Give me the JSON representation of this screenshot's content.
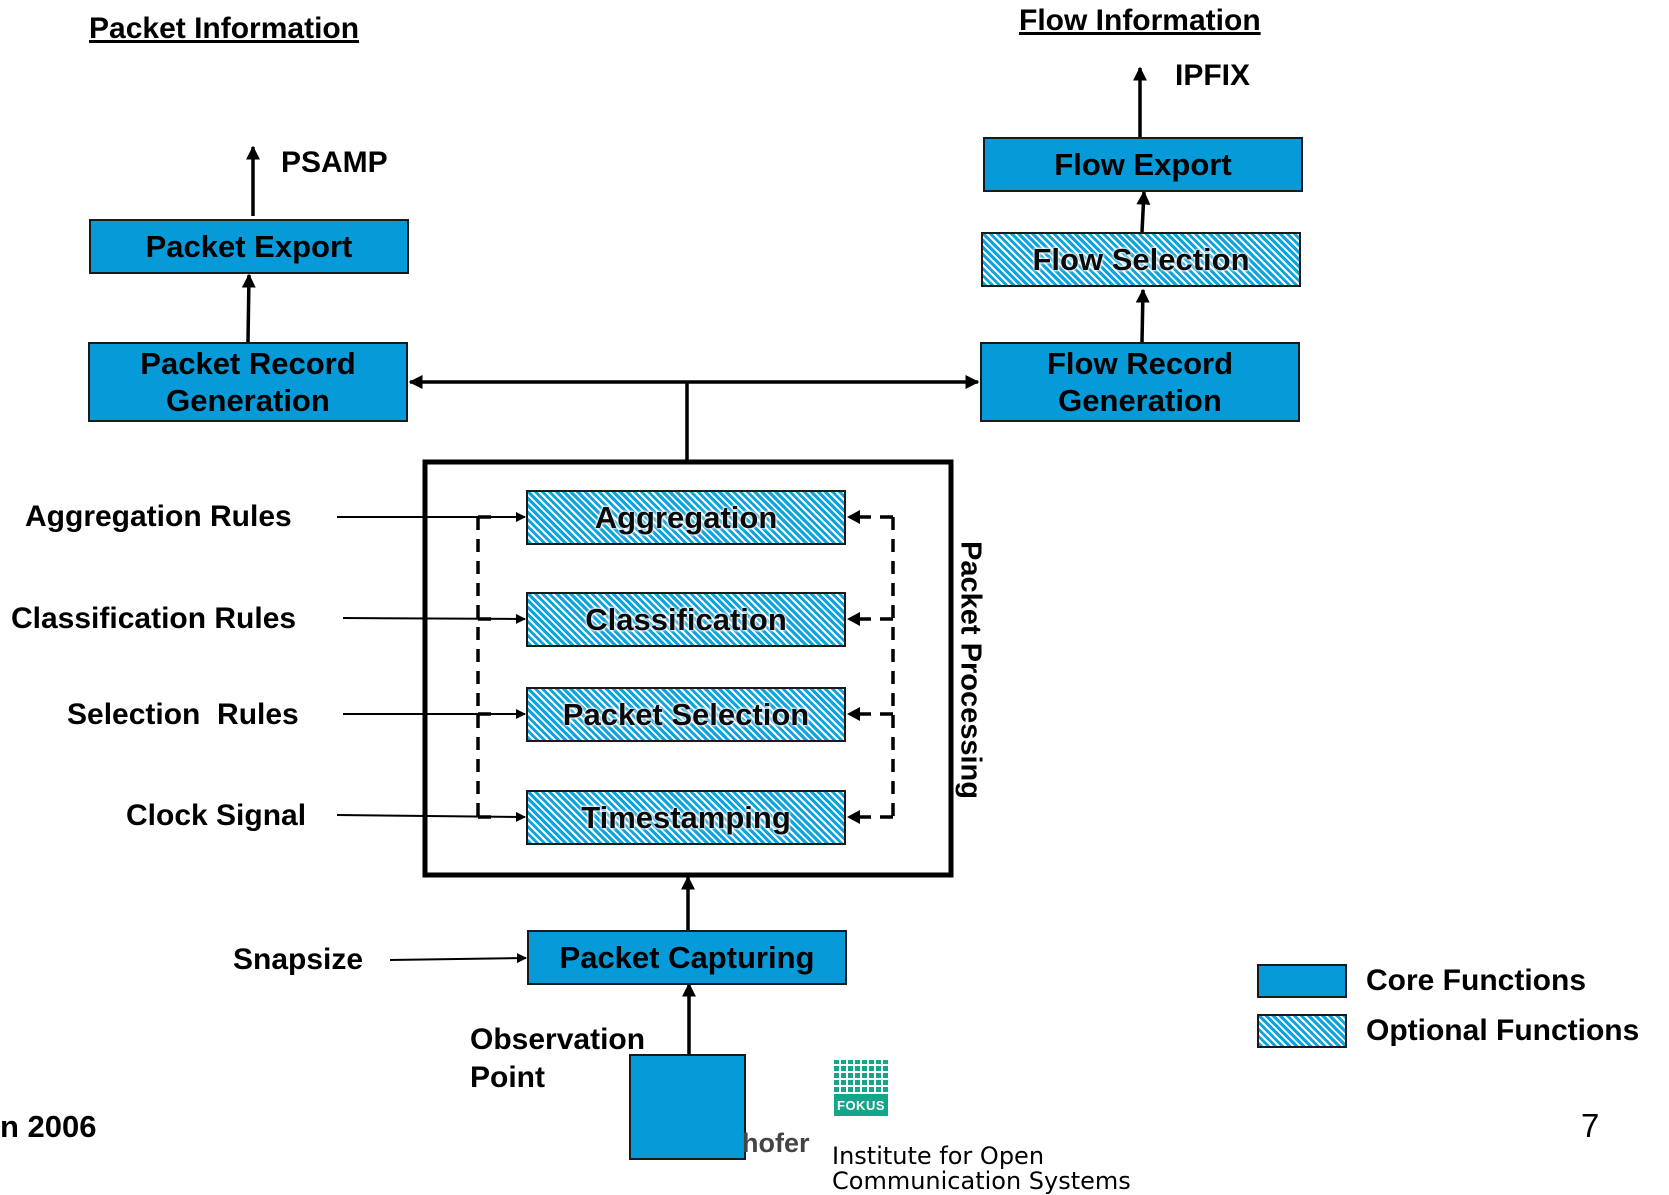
{
  "headers": {
    "packet_information": "Packet Information",
    "flow_information": "Flow Information"
  },
  "protocols": {
    "psamp": "PSAMP",
    "ipfix": "IPFIX"
  },
  "core_boxes": {
    "packet_export": "Packet Export",
    "packet_record_generation": "Packet Record\nGeneration",
    "flow_export": "Flow Export",
    "flow_record_generation": "Flow Record\nGeneration",
    "packet_capturing": "Packet Capturing"
  },
  "optional_boxes": {
    "flow_selection": "Flow Selection",
    "aggregation": "Aggregation",
    "classification": "Classification",
    "packet_selection": "Packet Selection",
    "timestamping": "Timestamping"
  },
  "inputs": {
    "aggregation_rules": "Aggregation Rules",
    "classification_rules": "Classification Rules",
    "selection_rules": "Selection  Rules",
    "clock_signal": "Clock Signal",
    "snapsize": "Snapsize"
  },
  "packet_processing_label": "Packet Processing",
  "observation_point_label": "Observation\nPoint",
  "legend": {
    "core": "Core Functions",
    "optional": "Optional Functions"
  },
  "footer": {
    "date_fragment": "n 2006",
    "page_number": "7",
    "org_fragment": "hofer",
    "logo_text": "FOKUS",
    "institute": "Institute for Open\nCommunication Systems"
  },
  "colors": {
    "core_fill": "#079ad8",
    "hatch_blue": "#0ba3e0",
    "fokus_green": "#15a58b"
  }
}
